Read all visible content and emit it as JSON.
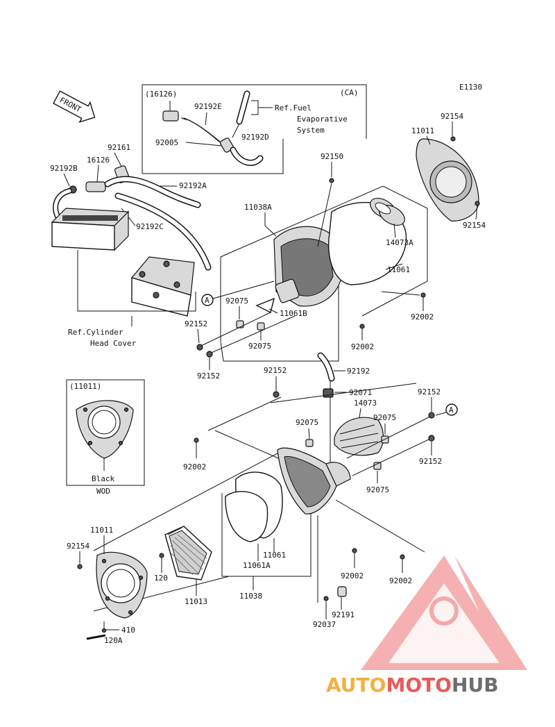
{
  "diagram_code": "E1130",
  "front_label": "FRONT",
  "callout_letter": "A",
  "watermark": {
    "auto": "AUTO",
    "moto": "MOTO",
    "hub": "HUB"
  },
  "ca_box": {
    "region": "(CA)",
    "part": "(16126)"
  },
  "wod_box": {
    "part": "(11011)",
    "color": "Black",
    "region": "WOD"
  },
  "refs": {
    "fuel_line1": "Ref.Fuel",
    "fuel_line2": "Evaporative",
    "fuel_line3": "System",
    "cyl_line1": "Ref.Cylinder",
    "cyl_line2": "Head Cover"
  },
  "labels": {
    "p92192E": "92192E",
    "p92005": "92005",
    "p92192D": "92192D",
    "p92161": "92161",
    "p16126": "16126",
    "p92192B": "92192B",
    "p92192A": "92192A",
    "p92192C": "92192C",
    "p11011_top": "11011",
    "p92154_top": "92154",
    "p92150": "92150",
    "p11038A": "11038A",
    "p92154_right": "92154",
    "p14073A": "14073A",
    "p11061_top": "11061",
    "p92002_r1": "92002",
    "p92075_a": "92075",
    "p11061B": "11061B",
    "p92152_a": "92152",
    "p92075_b": "92075",
    "p92002_r2": "92002",
    "p92152_b": "92152",
    "p92192": "92192",
    "p92152_c": "92152",
    "p92071": "92071",
    "p14073": "14073",
    "p92152_d": "92152",
    "p92075_c": "92075",
    "p92075_d": "92075",
    "p92002_l": "92002",
    "p92152_e": "92152",
    "p92075_e": "92075",
    "p11011_bot": "11011",
    "p92154_bot": "92154",
    "p120": "120",
    "p11061_bot": "11061",
    "p11061A": "11061A",
    "p92002_b1": "92002",
    "p92002_b2": "92002",
    "p11013": "11013",
    "p11038": "11038",
    "p92191": "92191",
    "p92037": "92037",
    "p410": "410",
    "p120A": "120A"
  }
}
